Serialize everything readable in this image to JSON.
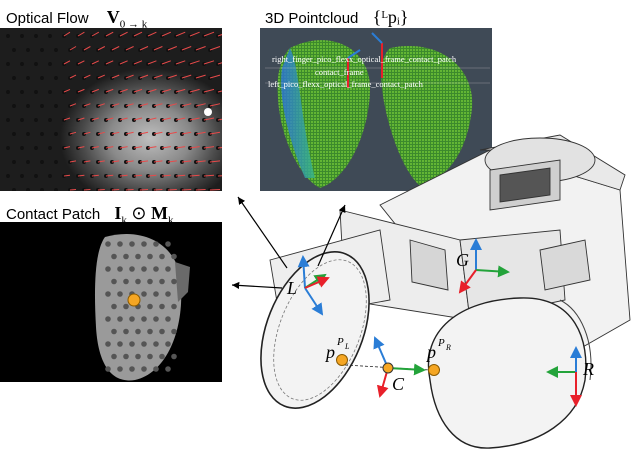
{
  "panels": {
    "optical_flow": {
      "label": "Optical Flow",
      "math": "V",
      "math_sub": "0 → k"
    },
    "pointcloud": {
      "label": "3D Pointcloud",
      "math": "{ᴸpᵢ}",
      "overlay": [
        "right_finger_pico_flexx_optical_frame_contact_patch",
        "contact_frame",
        "left_pico_flexx_optical_frame_contact_patch"
      ]
    },
    "contact_patch": {
      "label": "Contact Patch",
      "math": "I",
      "math_sub": "k",
      "odot": "⊙",
      "math2": "M",
      "math2_sub": "k"
    }
  },
  "frames": {
    "L": "L",
    "G": "G",
    "C": "C",
    "R": "R",
    "pL": "p",
    "pL_sup": "P",
    "pL_sub": "L",
    "pR": "p",
    "pR_sup": "P",
    "pR_sub": "R"
  },
  "colors": {
    "x_axis": "#e8202a",
    "y_axis": "#23a33a",
    "z_axis": "#2a7dd6",
    "contact_point": "#f5a623",
    "flow_arrow": "#e84a4a"
  }
}
